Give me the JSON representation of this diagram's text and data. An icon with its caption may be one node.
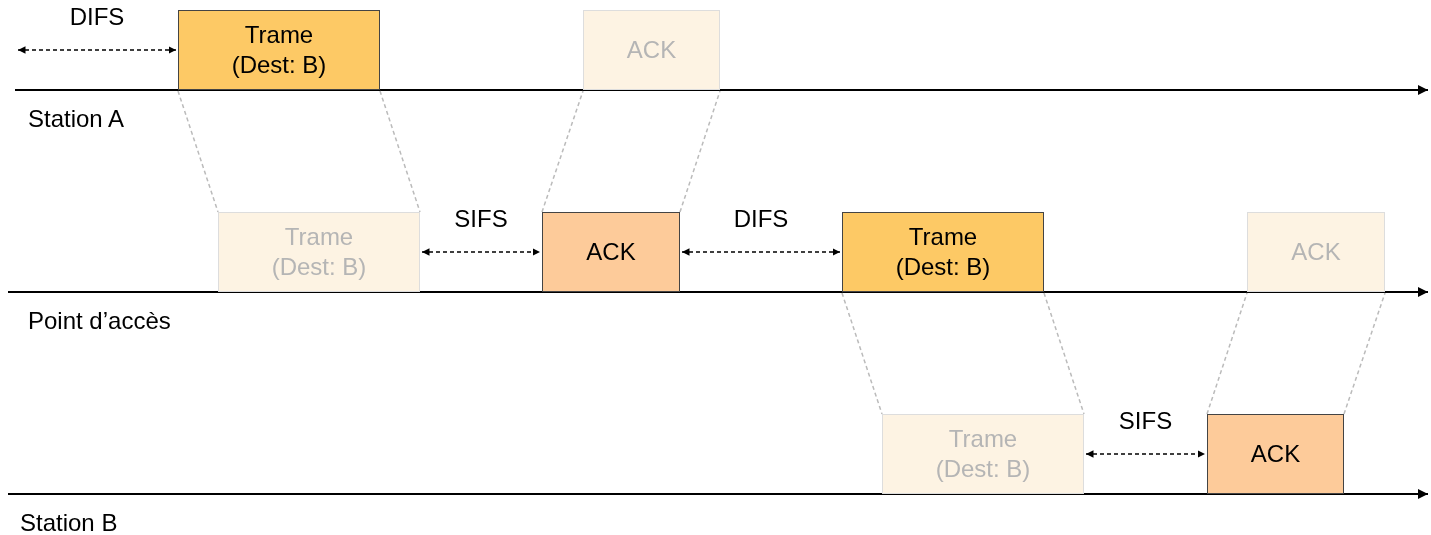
{
  "diagram": {
    "nodes": [
      {
        "text": [
          "Trame (Dest: B)"
        ]
      },
      {
        "text": [
          "ACK"
        ]
      },
      {
        "text": [
          "Trame (Dest: B)"
        ]
      },
      {
        "text": [
          "ACK"
        ]
      },
      {
        "text": [
          "Trame (Dest: B)"
        ]
      },
      {
        "text": [
          "ACK"
        ]
      },
      {
        "text": [
          "Trame (Dest: B)"
        ]
      },
      {
        "text": [
          "ACK"
        ]
      }
    ],
    "edges": [
      {
        "from": null,
        "to": 0,
        "arrow": "both",
        "label": "DIFS",
        "style": "dashed"
      },
      {
        "from": 0,
        "to": 2,
        "arrow": "none",
        "style": "dashed",
        "color": "#bbbbbb"
      },
      {
        "from": 3,
        "to": 1,
        "arrow": "none",
        "style": "dashed",
        "color": "#bbbbbb"
      },
      {
        "from": 2,
        "to": 3,
        "arrow": "both",
        "label": "SIFS",
        "style": "dashed"
      },
      {
        "from": 3,
        "to": 4,
        "arrow": "both",
        "label": "DIFS",
        "style": "dashed"
      },
      {
        "from": 4,
        "to": 6,
        "arrow": "none",
        "style": "dashed",
        "color": "#bbbbbb"
      },
      {
        "from": 7,
        "to": 5,
        "arrow": "none",
        "style": "dashed",
        "color": "#bbbbbb"
      },
      {
        "from": 6,
        "to": 7,
        "arrow": "both",
        "label": "SIFS",
        "style": "dashed"
      }
    ],
    "labels": [
      "Station A",
      "Point d’accès",
      "Station B"
    ]
  }
}
